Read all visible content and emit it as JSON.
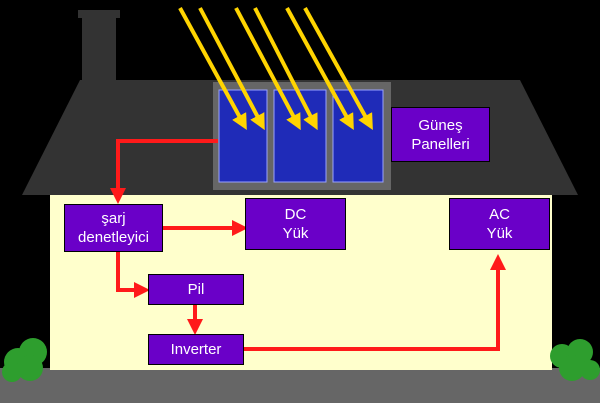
{
  "labels": {
    "solar_panels": [
      "Güneş",
      "Panelleri"
    ],
    "charge_controller": [
      "şarj",
      "denetleyici"
    ],
    "dc_load": [
      "DC",
      "Yük"
    ],
    "ac_load": [
      "AC",
      "Yük"
    ],
    "battery": "Pil",
    "inverter": "Inverter"
  },
  "colors": {
    "background": "#000000",
    "roof": "#333333",
    "wall": "#ffffcc",
    "ground": "#666666",
    "panel": "#1f2bb8",
    "box_fill": "#6a00c8",
    "wire": "#ff1a1a",
    "sunlight": "#ffd400",
    "shrub": "#2e9e2e"
  }
}
